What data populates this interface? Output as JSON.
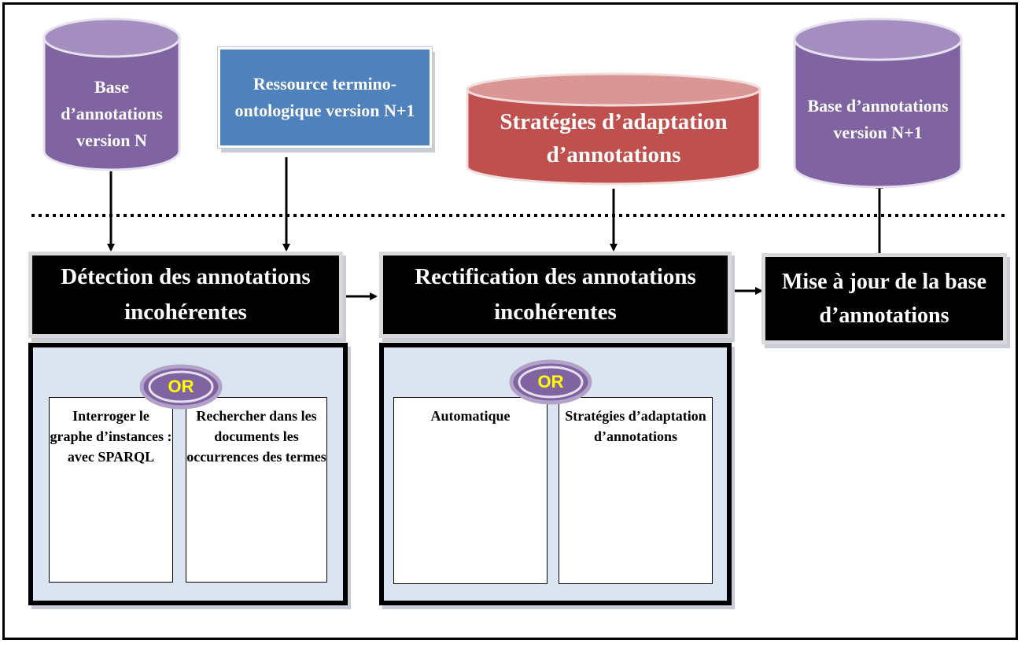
{
  "top": {
    "base_n": "Base d’annotations version N",
    "resource": "Ressource termino-ontologique version N+1",
    "strategies": "Stratégies d’adaptation d’annotations",
    "base_n1": "Base d’annotations version N+1"
  },
  "process": {
    "detection": "Détection des annotations incohérentes",
    "rectification": "Rectification des annotations incohérentes",
    "update": "Mise à jour de la base d’annotations"
  },
  "detection_panel": {
    "or_label": "OR",
    "option_1": "Interroger le graphe d’instances : avec SPARQL",
    "option_2": "Rechercher dans les documents les occurrences des termes"
  },
  "rectification_panel": {
    "or_label": "OR",
    "option_1": "Automatique",
    "option_2": "Stratégies d’adaptation d’annotations"
  },
  "colors": {
    "purple_cylinder": "#8064a2",
    "blue_box": "#4f81bd",
    "red_cylinder": "#c0504d",
    "panel_bg": "#dbe5f1",
    "or_yellow": "#ffff00"
  }
}
